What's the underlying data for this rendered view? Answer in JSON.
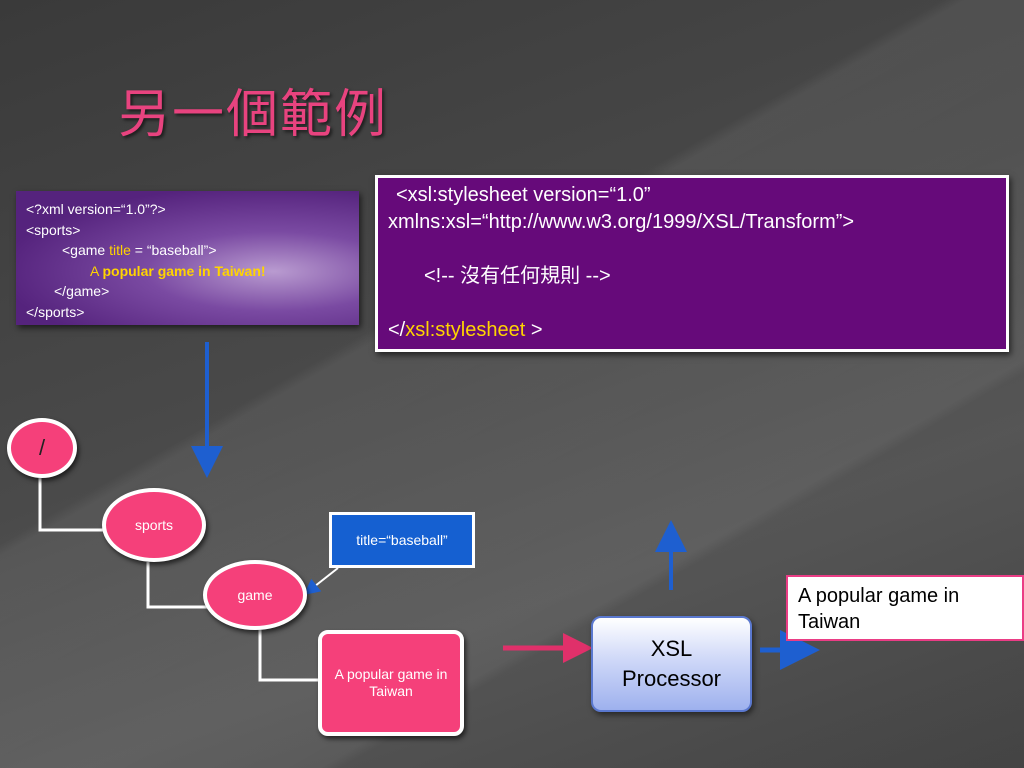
{
  "slide": {
    "title": "另一個範例"
  },
  "xml_source": {
    "line1": "<?xml version=“1.0”?>",
    "line2": "<sports>",
    "line3_pre": "<game ",
    "line3_attr": "title",
    "line3_post": " = “baseball”>",
    "line4_a": "A ",
    "line4_b": "popular game in Taiwan!",
    "line5": "</game>",
    "line6": "</sports>"
  },
  "xsl_source": {
    "line1": "<xsl:stylesheet   version=“1.0”",
    "line2": "xmlns:xsl=“http://www.w3.org/1999/XSL/Transform”>",
    "comment": "<!-- 沒有任何規則 -->",
    "close_open": "</",
    "close_name": "xsl:stylesheet",
    "close_end": " >"
  },
  "tree": {
    "root_label": "/",
    "sports_label": "sports",
    "game_label": "game",
    "text_label": "A popular game in Taiwan",
    "attribute_label": "title=“baseball”"
  },
  "processor": {
    "label_line1": "XSL",
    "label_line2": "Processor"
  },
  "output": {
    "text": "A popular game in Taiwan"
  },
  "colors": {
    "title": "#e8437f",
    "node_pink": "#f5407a",
    "xsl_purple": "#660a7a",
    "attr_blue": "#1560d1",
    "highlight_yellow": "#ffd400",
    "arrow_blue": "#1e5fd0",
    "arrow_pink": "#e0306a"
  }
}
